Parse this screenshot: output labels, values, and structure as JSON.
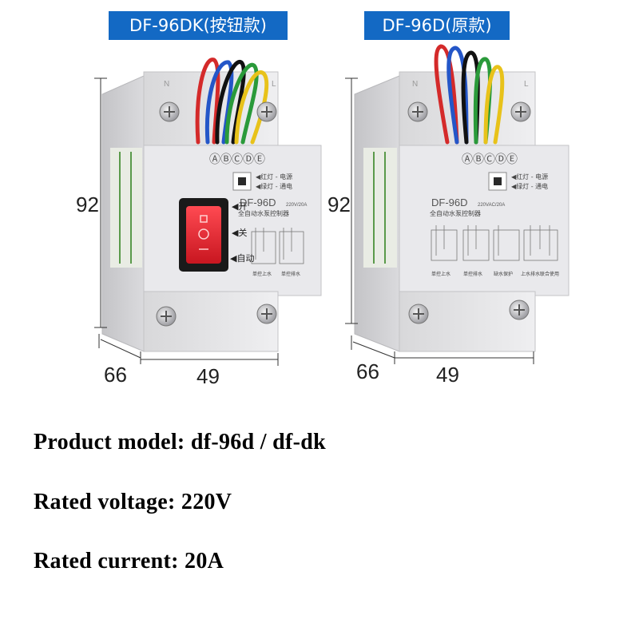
{
  "labels": {
    "left_badge": "DF-96DK(按钮款)",
    "right_badge": "DF-96D(原款)"
  },
  "dimensions": {
    "left": {
      "height": "92",
      "depth": "66",
      "width": "49"
    },
    "right": {
      "height": "92",
      "depth": "66",
      "width": "49"
    }
  },
  "device_left": {
    "terminals": "ⒶⒷⒸⒹⒺ",
    "model": "DF-96D",
    "rating": "220V/20A",
    "subtitle": "全自动水泵控制器",
    "led_red": "◀红灯 - 电源",
    "led_green": "◀绿灯 - 通电",
    "switch_on": "◀开",
    "switch_off": "◀关",
    "switch_auto": "◀自动",
    "mode1": "单控上水",
    "mode2": "单控排水",
    "terminal_n": "N",
    "terminal_l": "L"
  },
  "device_right": {
    "terminals": "ⒶⒷⒸⒹⒺ",
    "model": "DF-96D",
    "rating": "220VAC/20A",
    "subtitle": "全自动水泵控制器",
    "led_red": "◀红灯 - 电源",
    "led_green": "◀绿灯 - 通电",
    "mode1": "单控上水",
    "mode2": "单控排水",
    "mode3": "缺水保护",
    "mode4": "上水排水联合使用",
    "terminal_n": "N",
    "terminal_l": "L"
  },
  "specs": {
    "model": "Product model: df-96d / df-dk",
    "voltage": "Rated voltage: 220V",
    "current": "Rated current: 20A"
  },
  "colors": {
    "badge": "#1369c4",
    "housing": "#e4e4e6",
    "button": "#e8262f",
    "wires": [
      "#d42a2a",
      "#2456c8",
      "#111111",
      "#2a9a3a",
      "#e8c21a"
    ]
  }
}
